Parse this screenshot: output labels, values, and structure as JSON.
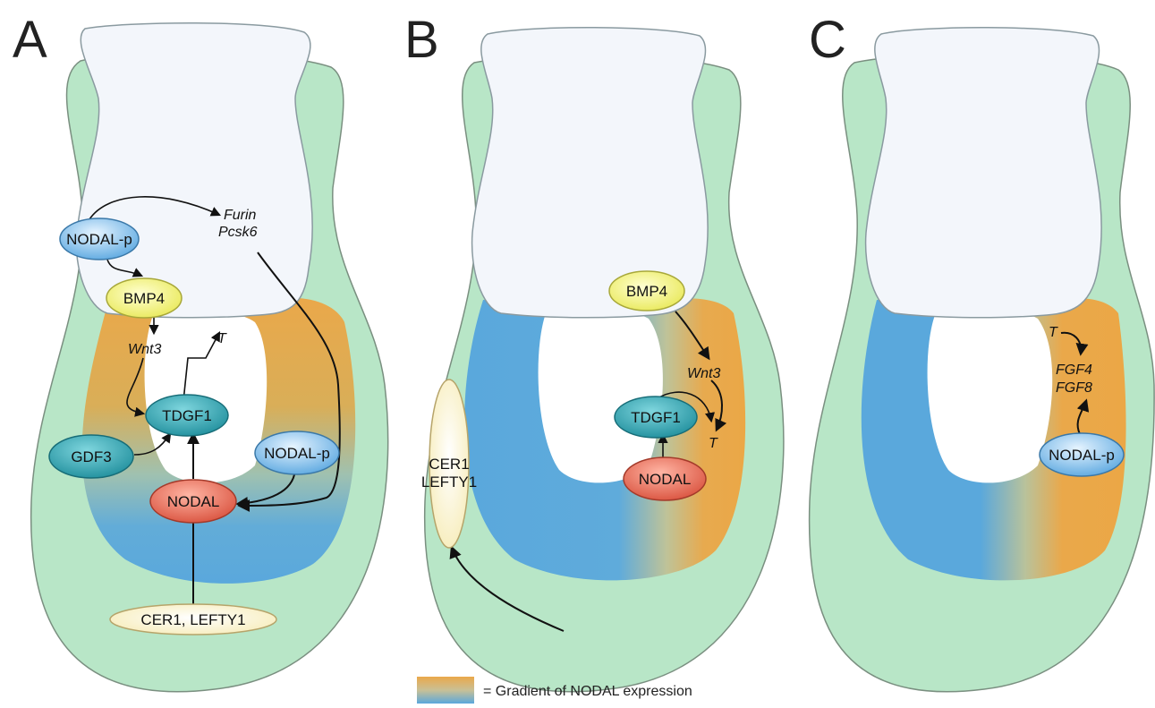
{
  "colors": {
    "embryo_green": "#b8e6c7",
    "embryo_border": "#7a8f80",
    "cavity": "#f3f6fb",
    "nodal_orange": "#e9a84a",
    "nodal_blue": "#5aa8dc",
    "bmp4_yellow": "#f4f47a",
    "tdgf1_teal": "#2aa0ad",
    "nodal_red": "#e06a55",
    "cer_cream": "#fbf3c9",
    "nodal_p_blue": "#7cc0ea"
  },
  "panels": {
    "A": {
      "letter": "A",
      "nodal_p_top": "NODAL-p",
      "bmp4": "BMP4",
      "furin": "Furin",
      "pcsk6": "Pcsk6",
      "wnt3": "Wnt3",
      "t": "T",
      "tdgf1": "TDGF1",
      "gdf3": "GDF3",
      "nodal_p_right": "NODAL-p",
      "nodal": "NODAL",
      "cer_lefty": "CER1, LEFTY1"
    },
    "B": {
      "letter": "B",
      "bmp4": "BMP4",
      "wnt3": "Wnt3",
      "t": "T",
      "tdgf1": "TDGF1",
      "nodal": "NODAL",
      "cer1": "CER1",
      "lefty1": "LEFTY1"
    },
    "C": {
      "letter": "C",
      "t": "T",
      "fgf4": "FGF4",
      "fgf8": "FGF8",
      "nodal_p": "NODAL-p"
    }
  },
  "legend": {
    "text": "= Gradient of NODAL expression"
  }
}
